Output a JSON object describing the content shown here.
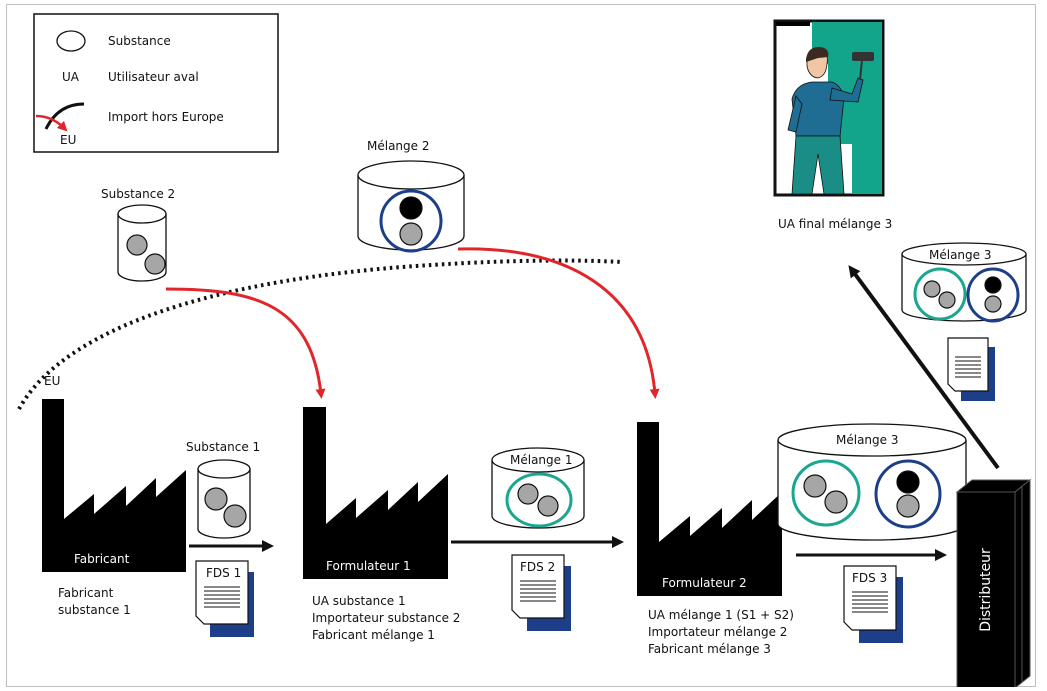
{
  "legend": {
    "substance_label": "Substance",
    "ua_symbol": "UA",
    "ua_label": "Utilisateur aval",
    "import_label": "Import hors Europe",
    "eu_symbol": "EU"
  },
  "eu_region_label": "EU",
  "containers": {
    "substance2": "Substance 2",
    "melange2": "Mélange 2",
    "substance1": "Substance 1",
    "melange1": "Mélange 1",
    "melange3_large": "Mélange 3",
    "melange3_small": "Mélange 3"
  },
  "factories": {
    "fabricant": {
      "name": "Fabricant",
      "roles": [
        "Fabricant",
        "substance 1"
      ]
    },
    "formulateur1": {
      "name": "Formulateur 1",
      "roles": [
        "UA substance 1",
        "Importateur substance 2",
        "Fabricant  mélange 1"
      ]
    },
    "formulateur2": {
      "name": "Formulateur 2",
      "roles": [
        "UA mélange 1 (S1 + S2)",
        "Importateur mélange 2",
        "Fabricant  mélange 3"
      ]
    }
  },
  "documents": {
    "fds1": "FDS 1",
    "fds2": "FDS 2",
    "fds3": "FDS 3"
  },
  "distributeur_label": "Distributeur",
  "final_user_label": "UA final mélange 3",
  "colors": {
    "import_arrow": "#e0262b",
    "flow_arrow": "#111111",
    "teal_ring": "#1aa68f",
    "navy_ring": "#1d3f8a",
    "document_back": "#1d3f8a",
    "substance_fill": "#a6a6a6",
    "painter_wall": "#13a58b"
  }
}
